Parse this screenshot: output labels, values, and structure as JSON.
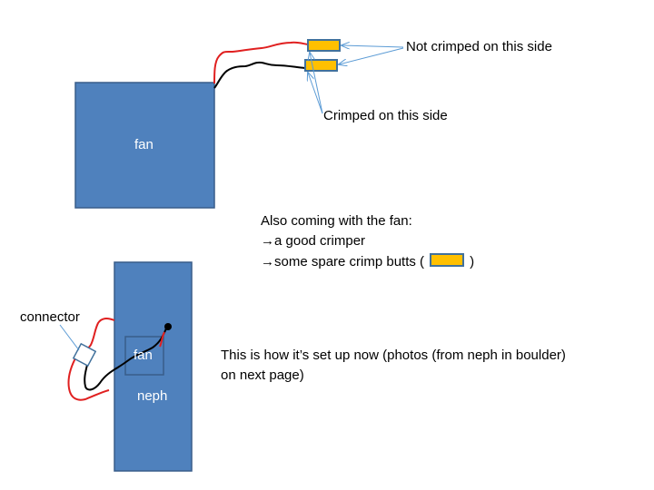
{
  "top_diagram": {
    "fan_label": "fan",
    "callout_not_crimped": "Not crimped on this side",
    "callout_crimped": "Crimped on this side"
  },
  "notes": {
    "heading": "Also coming with the fan:",
    "arrow_glyph": "→",
    "item1": "a good crimper",
    "item2_prefix": "some spare crimp butts (",
    "item2_suffix": ")"
  },
  "bottom_diagram": {
    "connector_label": "connector",
    "fan_label": "fan",
    "neph_label": "neph",
    "description": "This is how it’s set up now (photos (from neph in boulder) on next page)"
  },
  "colors": {
    "box_fill": "#4F81BD",
    "box_stroke": "#385D8A",
    "butt_fill": "#FFC000",
    "butt_stroke": "#41719C",
    "wire_red": "#E02020",
    "wire_black": "#000000",
    "callout_arrow": "#5B9BD5"
  }
}
